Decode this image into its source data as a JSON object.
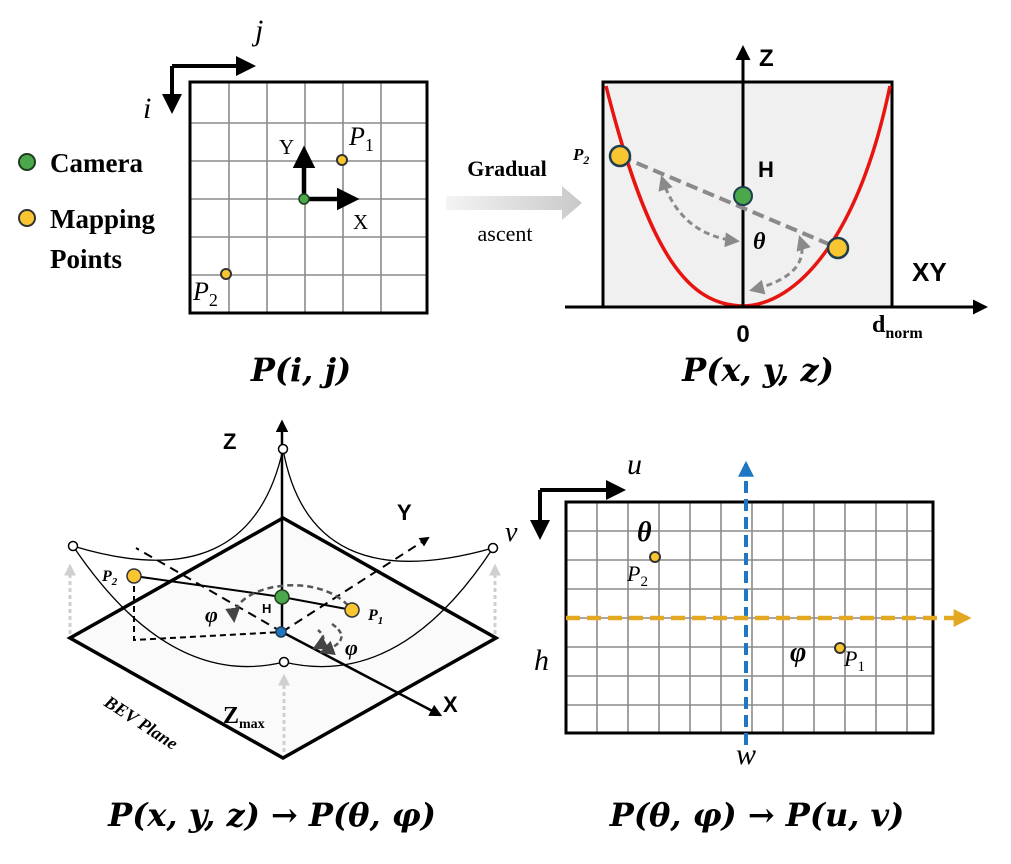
{
  "colors": {
    "camera": "#4aa84a",
    "mapping_point": "#f9c531",
    "curve": "#e8140f",
    "blue_axis": "#1f77c4",
    "gold_axis": "#e3a821",
    "panel_fill": "#f0f0f0"
  },
  "legend": {
    "camera": "Camera",
    "mapping_line1": "Mapping",
    "mapping_line2": "Points"
  },
  "panel1": {
    "axis_i": "i",
    "axis_j": "j",
    "local_y": "Y",
    "local_x": "X",
    "p1": "P",
    "p1_sub": "1",
    "p2": "P",
    "p2_sub": "2",
    "caption": "P(i, j)"
  },
  "arrow": {
    "line1": "Gradual",
    "line2": "ascent"
  },
  "panel2": {
    "z": "Z",
    "xy": "XY",
    "h": "H",
    "theta": "θ",
    "origin": "0",
    "dnorm": "d",
    "dnorm_sub": "norm",
    "p2": "P",
    "p2_sub": "2",
    "caption": "P(x, y, z)"
  },
  "panel3": {
    "z": "Z",
    "y": "Y",
    "x": "X",
    "v": "v",
    "h": "H",
    "phi": "φ",
    "p1": "P",
    "p1_sub": "1",
    "p2": "P",
    "p2_sub": "2",
    "zmax": "Z",
    "zmax_sub": "max",
    "plane": "BEV Plane",
    "caption": "P(x, y, z) → P(θ, φ)"
  },
  "panel4": {
    "u": "u",
    "h": "h",
    "w": "w",
    "theta": "θ",
    "phi": "φ",
    "p1": "P",
    "p1_sub": "1",
    "p2": "P",
    "p2_sub": "2",
    "caption": "P(θ, φ) → P(u, v)"
  }
}
